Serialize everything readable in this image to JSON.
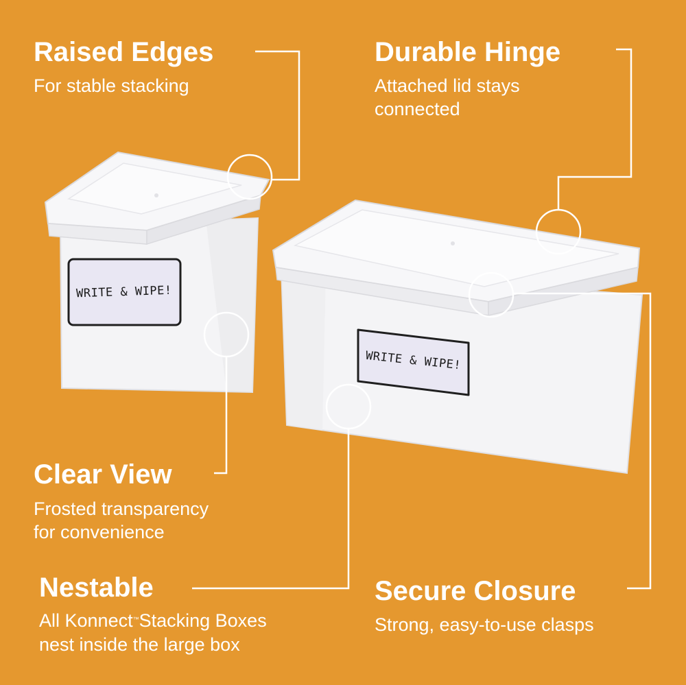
{
  "features": [
    {
      "title": "Raised Edges",
      "lines": [
        "For stable stacking"
      ]
    },
    {
      "title": "Durable Hinge",
      "lines": [
        "Attached lid stays",
        "connected"
      ]
    },
    {
      "title": "Clear View",
      "lines": [
        "Frosted transparency",
        "for convenience"
      ]
    },
    {
      "title": "Nestable",
      "line1_before": "All Konnect",
      "line1_tm": "™",
      "line1_after": "Stacking Boxes",
      "line2": "nest inside the large box"
    },
    {
      "title": "Secure Closure",
      "lines": [
        "Strong, easy-to-use clasps"
      ]
    }
  ],
  "boxes": {
    "small_label": "WRITE & WIPE!",
    "large_label": "WRITE & WIPE!"
  },
  "colors": {
    "background": "#E5982F",
    "text": "#ffffff",
    "box": "#F3F3F4"
  }
}
